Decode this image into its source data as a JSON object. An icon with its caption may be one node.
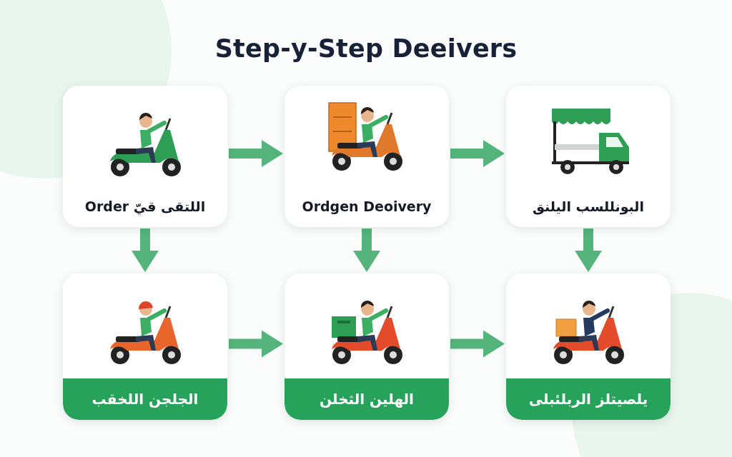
{
  "diagram": {
    "title": "Step-y-Step Deeivers",
    "nodes": [
      {
        "text": [
          "اللتقى قيّ Order"
        ]
      },
      {
        "text": [
          "Ordgen Deoivery"
        ]
      },
      {
        "text": [
          "البونللسب اليلنق"
        ]
      },
      {
        "text": [
          "الجلجن اللخقب"
        ]
      },
      {
        "text": [
          "الهلين الثخلن"
        ]
      },
      {
        "text": [
          "يلصيتلز الربلئبلى"
        ]
      }
    ],
    "edges": [
      {
        "from": 0,
        "to": 1,
        "arrow": "to"
      },
      {
        "from": 1,
        "to": 2,
        "arrow": "to"
      },
      {
        "from": 0,
        "to": 3,
        "arrow": "to"
      },
      {
        "from": 1,
        "to": 4,
        "arrow": "to"
      },
      {
        "from": 2,
        "to": 5,
        "arrow": "to"
      },
      {
        "from": 3,
        "to": 4,
        "arrow": "to"
      },
      {
        "from": 4,
        "to": 5,
        "arrow": "to"
      }
    ]
  }
}
